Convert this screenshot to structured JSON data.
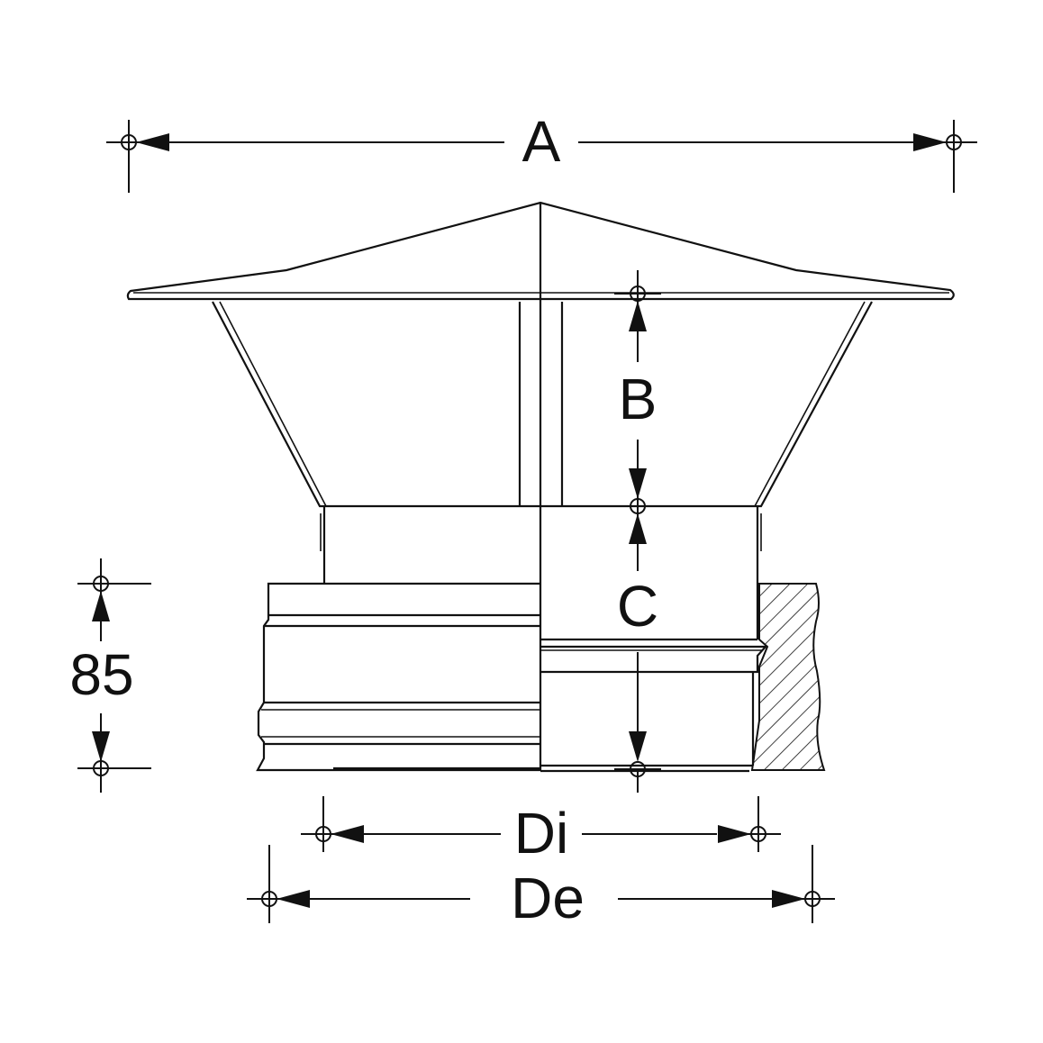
{
  "labels": {
    "a": "A",
    "b": "B",
    "c": "C",
    "h": "85",
    "di": "Di",
    "de": "De"
  },
  "colors": {
    "line": "#111111",
    "background": "#ffffff"
  }
}
